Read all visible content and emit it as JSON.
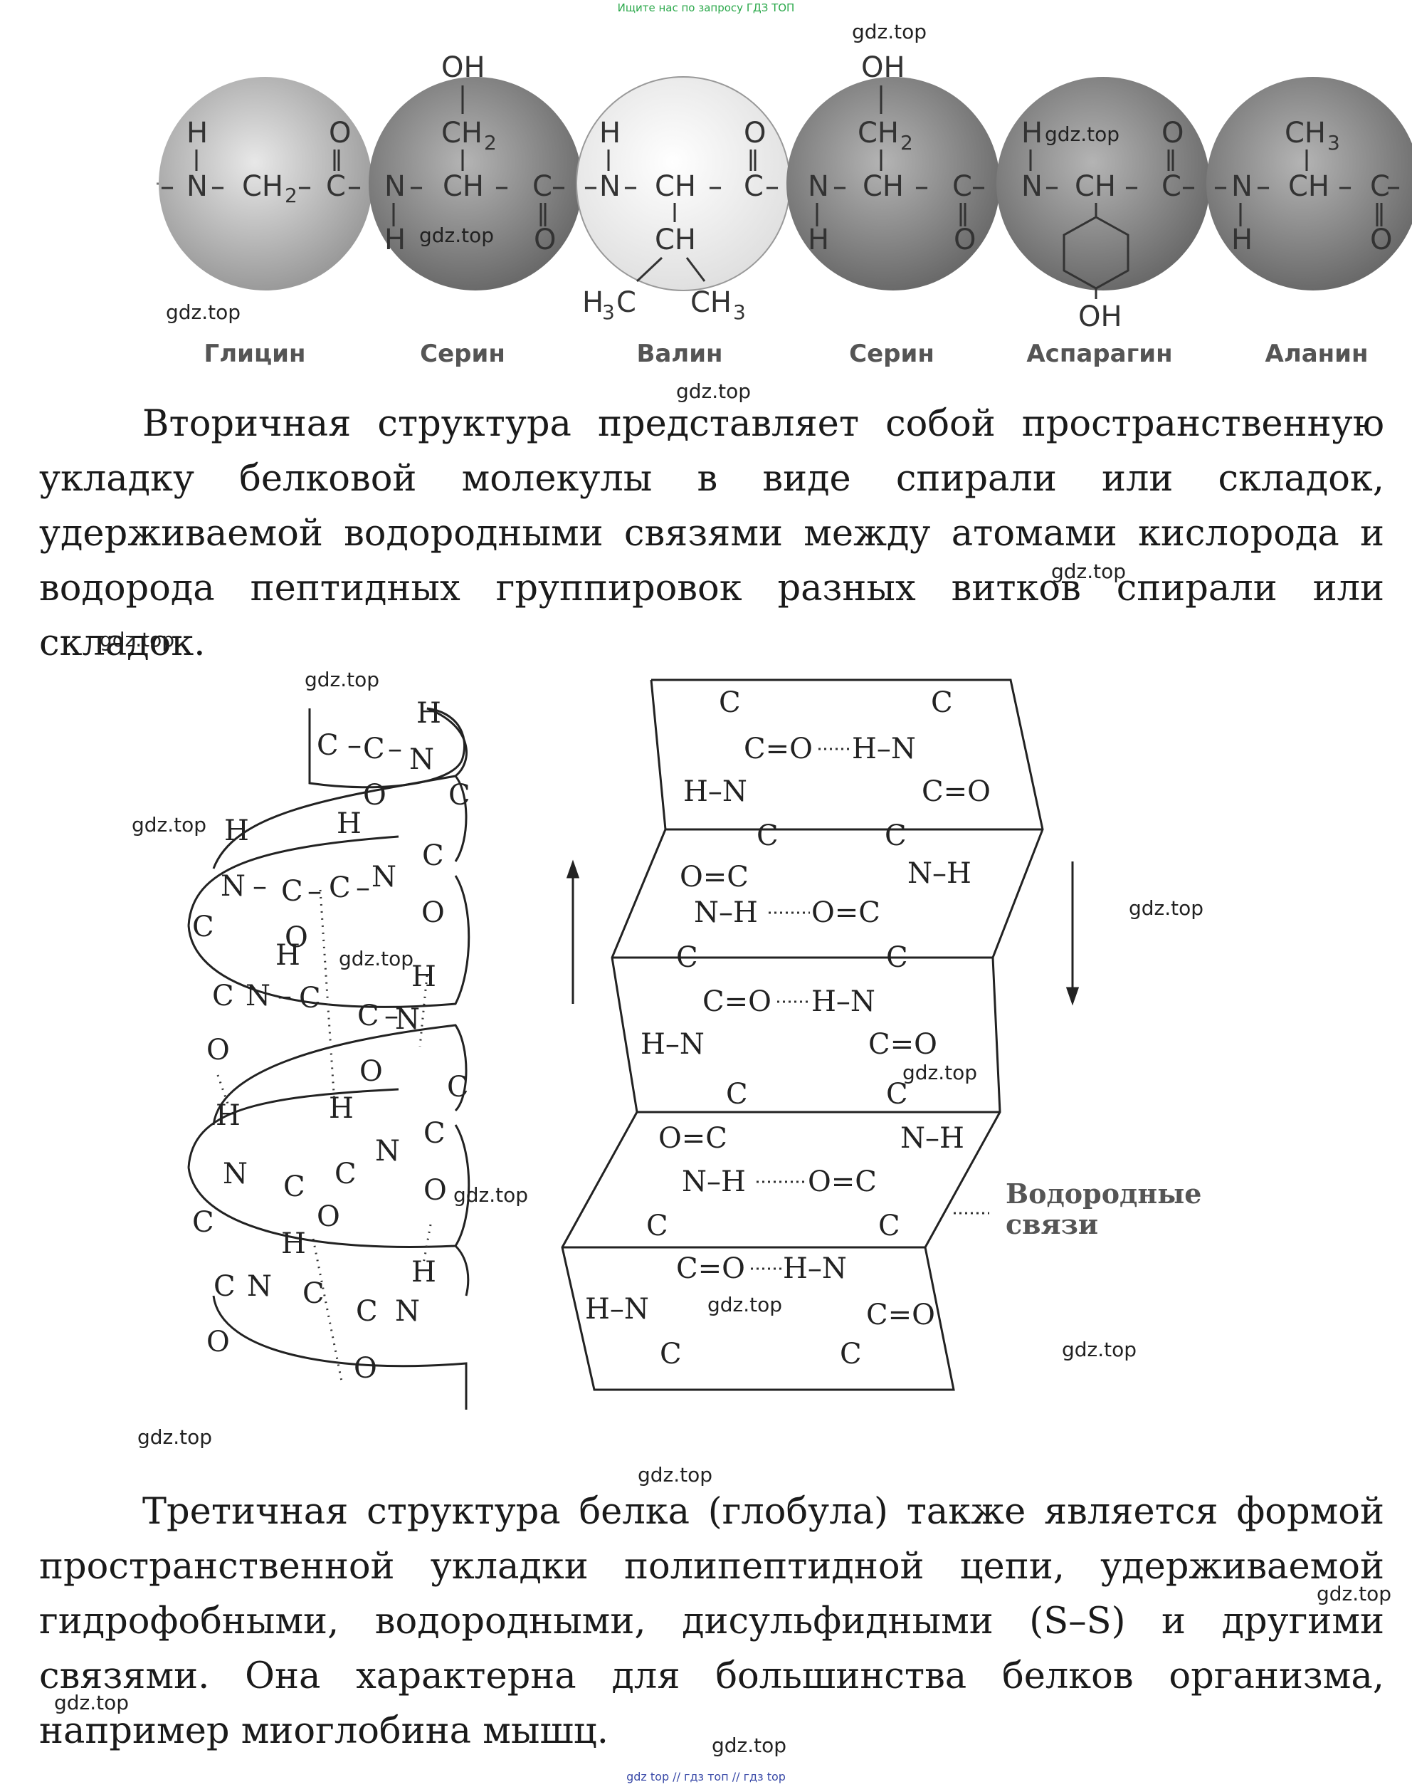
{
  "header_note": "Ищите нас по запросу ГДЗ ТОП",
  "footer_note": "gdz top  //  гдз топ  //  гдз top",
  "watermark": "gdz.top",
  "primary_structure": {
    "amino_acids": [
      "Глицин",
      "Серин",
      "Валин",
      "Серин",
      "Аспарагин",
      "Аланин"
    ]
  },
  "paragraph_secondary": "Вторичная структура представляет собой пространственную укладку белковой молекулы в виде спирали или складок, удерживаемой водородными связями между атомами кислорода и водорода пептидных группировок разных витков спирали или складок.",
  "sheet_legend": [
    "Водородные",
    "связи"
  ],
  "paragraph_tertiary": "Третичная структура белка (глобула) также является формой пространственной укладки полипептидной цепи, удерживаемой гидрофобными, водородными, дисульфидными (S–S) и другими связями. Она характерна для большинства белков организма, например миоглобина мышц.",
  "colors": {
    "header_note": "#2aa84a",
    "footer_note": "#3a4aa8"
  }
}
